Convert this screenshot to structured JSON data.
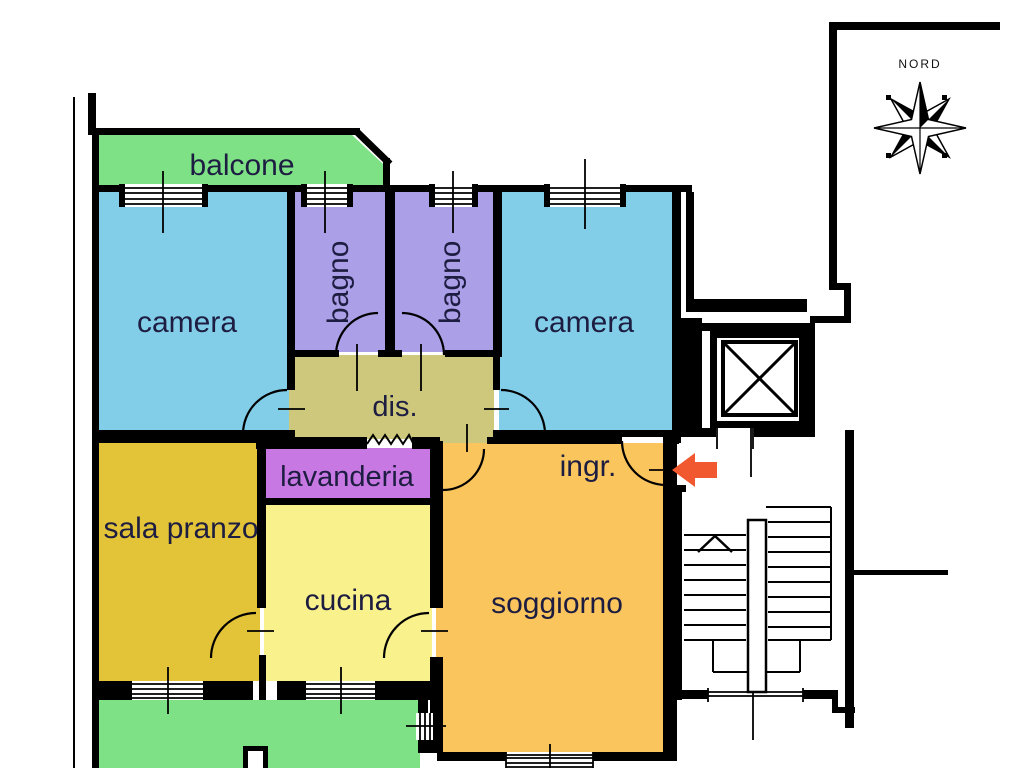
{
  "plan": {
    "compass_label": "NORD",
    "rooms": {
      "balcone": {
        "label": "balcone",
        "color": "#7ee186"
      },
      "camera_ovest": {
        "label": "camera",
        "color": "#82cde8"
      },
      "bagno_1": {
        "label": "bagno",
        "color": "#ab9fe8"
      },
      "bagno_2": {
        "label": "bagno",
        "color": "#ab9fe8"
      },
      "camera_est": {
        "label": "camera",
        "color": "#82cde8"
      },
      "disimpegno": {
        "label": "dis.",
        "color": "#cdc87c"
      },
      "lavanderia": {
        "label": "lavanderia",
        "color": "#c878e2"
      },
      "sala_pranzo": {
        "label": "sala pranzo",
        "color": "#e3c337"
      },
      "cucina": {
        "label": "cucina",
        "color": "#f9f18c"
      },
      "soggiorno": {
        "label": "soggiorno",
        "color": "#fac55c"
      },
      "ingresso": {
        "label": "ingr.",
        "color": "#fac55c"
      },
      "terrazzo": {
        "label": "",
        "color": "#7ee186"
      }
    },
    "colors": {
      "walls": "#000000",
      "labels": "#1d1d41",
      "entrance_arrow": "#f2582f",
      "background": "#ffffff"
    }
  }
}
